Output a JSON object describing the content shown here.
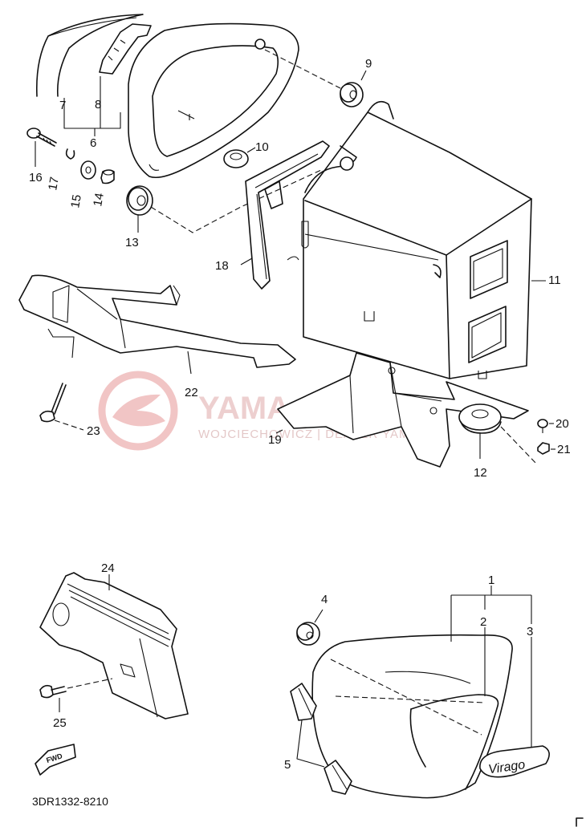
{
  "diagram": {
    "parts": [
      {
        "id": "p1",
        "label": "1"
      },
      {
        "id": "p2",
        "label": "2"
      },
      {
        "id": "p3",
        "label": "3"
      },
      {
        "id": "p4",
        "label": "4"
      },
      {
        "id": "p5",
        "label": "5"
      },
      {
        "id": "p6",
        "label": "6"
      },
      {
        "id": "p7",
        "label": "7"
      },
      {
        "id": "p8",
        "label": "8"
      },
      {
        "id": "p9",
        "label": "9"
      },
      {
        "id": "p10",
        "label": "10"
      },
      {
        "id": "p11",
        "label": "11"
      },
      {
        "id": "p12",
        "label": "12"
      },
      {
        "id": "p13",
        "label": "13"
      },
      {
        "id": "p14",
        "label": "14"
      },
      {
        "id": "p15",
        "label": "15"
      },
      {
        "id": "p16",
        "label": "16"
      },
      {
        "id": "p17",
        "label": "17"
      },
      {
        "id": "p18",
        "label": "18"
      },
      {
        "id": "p19",
        "label": "19"
      },
      {
        "id": "p20",
        "label": "20"
      },
      {
        "id": "p21",
        "label": "21"
      },
      {
        "id": "p22",
        "label": "22"
      },
      {
        "id": "p23",
        "label": "23"
      },
      {
        "id": "p24",
        "label": "24"
      },
      {
        "id": "p25",
        "label": "25"
      }
    ],
    "fwd_mark": "FWD",
    "emblem_text": "Virago",
    "footer_code": "3DR1332-8210"
  },
  "watermark": {
    "title": "YAMA-SKLEP",
    "subtitle": "WOJCIECHOWICZ | DEALER YAMAHA"
  }
}
